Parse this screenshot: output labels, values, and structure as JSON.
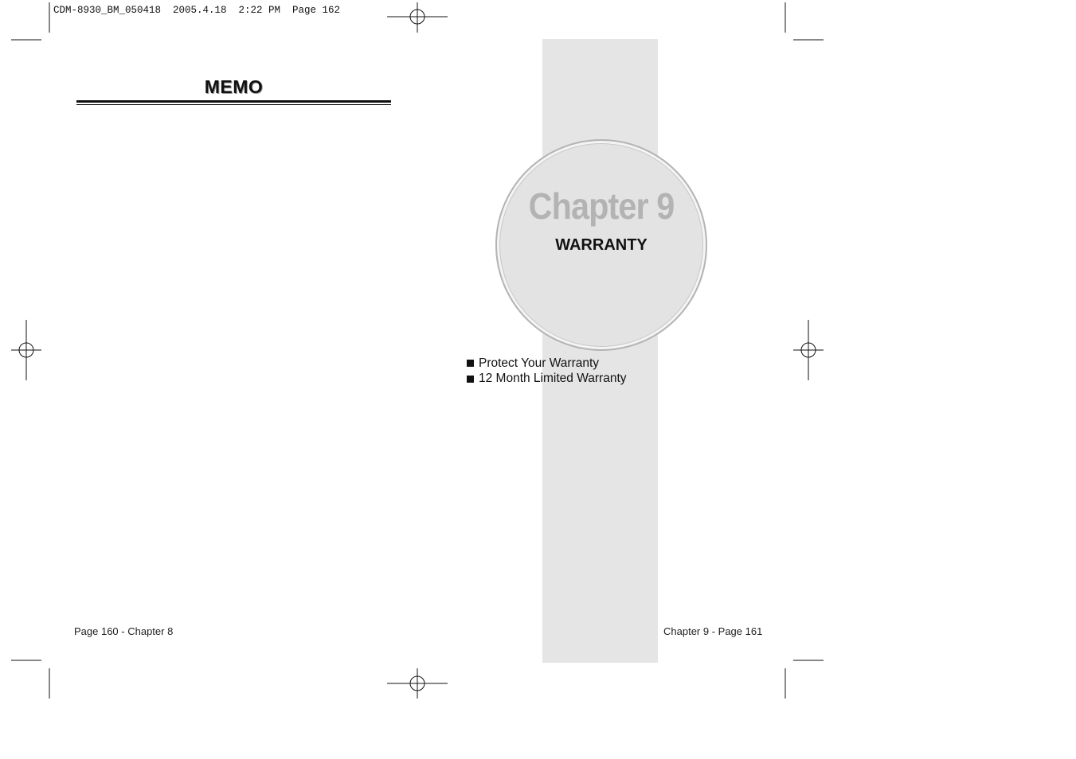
{
  "print_slug": "CDM-8930_BM_050418  2005.4.18  2:22 PM  Page 162",
  "left_page": {
    "title": "MEMO",
    "footer": "Page 160 - Chapter 8"
  },
  "right_page": {
    "chapter_label": "Chapter 9",
    "chapter_title": "WARRANTY",
    "toc": [
      {
        "label": "Protect Your Warranty"
      },
      {
        "label": "12 Month Limited Warranty"
      }
    ],
    "footer": "Chapter 9 - Page 161"
  },
  "colors": {
    "band": "#e5e5e5",
    "circle_fill": "#e3e3e3",
    "chapter_label": "#b3b3b3",
    "text": "#111111"
  }
}
